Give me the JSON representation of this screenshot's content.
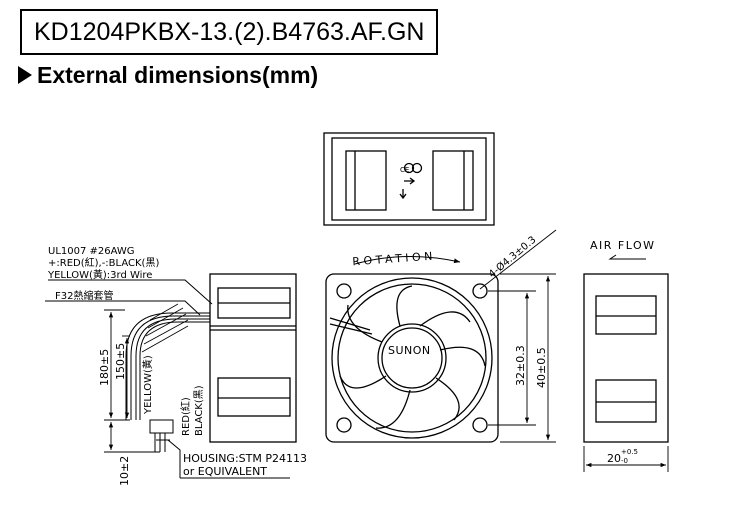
{
  "header": {
    "model_number": "KD1204PKBX-13.(2).B4763.AF.GN",
    "section_title": "External dimensions(mm)"
  },
  "drawing": {
    "wire_spec": {
      "line1": "UL1007  #26AWG",
      "line2": "+:RED(紅),-:BLACK(黑)",
      "line3": "YELLOW(黃):3rd  Wire"
    },
    "tube_label": "F32熱縮套管",
    "wire_labels": {
      "yellow": "YELLOW(黃)",
      "red": "RED(紅)",
      "black": "BLACK(黑)"
    },
    "dimensions": {
      "lead_length": "180±5",
      "lead_strip": "150±5",
      "connector": "10±2",
      "hole_pitch": "32±0.3",
      "frame_size": "40±0.5",
      "thickness_main": "20",
      "thickness_tol_upper": "+0.5",
      "thickness_tol_lower": "-0",
      "mounting_holes": "4-Ø4.3±0.3"
    },
    "housing": {
      "line1": "HOUSING:STM  P24113",
      "line2": "or  EQUIVALENT"
    },
    "rotation_label": "ROTATION",
    "airflow_label": "AIR  FLOW",
    "brand": "SUNON",
    "label_marks": {
      "ce": "CE"
    }
  }
}
